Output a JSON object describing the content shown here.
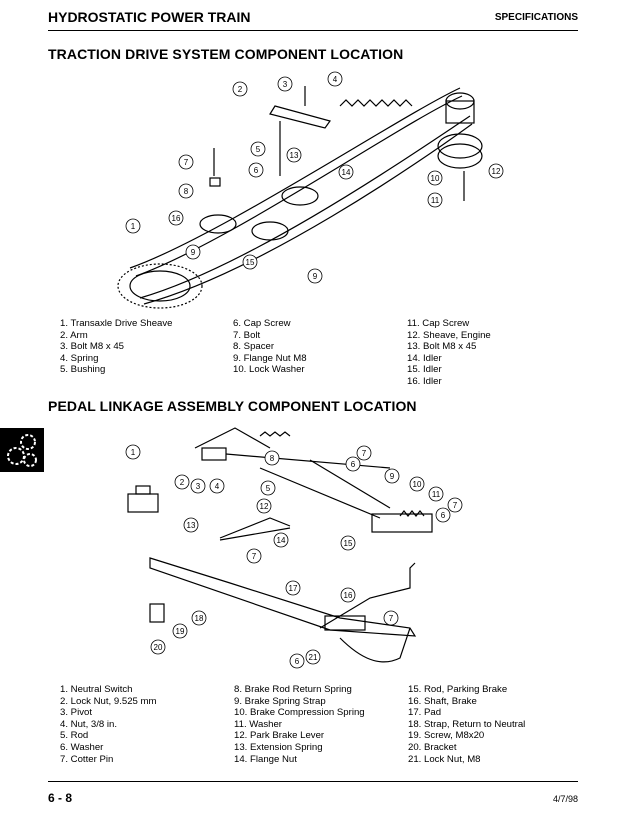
{
  "header": {
    "title": "HYDROSTATIC POWER TRAIN",
    "section": "SPECIFICATIONS"
  },
  "section1": {
    "title": "TRACTION DRIVE SYSTEM COMPONENT LOCATION",
    "callouts": [
      "1",
      "2",
      "3",
      "4",
      "5",
      "6",
      "7",
      "8",
      "9",
      "9",
      "10",
      "11",
      "12",
      "13",
      "14",
      "15",
      "16"
    ],
    "legend": [
      [
        "1. Transaxle Drive Sheave",
        "2. Arm",
        "3. Bolt M8 x 45",
        "4. Spring",
        "5. Bushing"
      ],
      [
        "6. Cap Screw",
        "7. Bolt",
        "8. Spacer",
        "9. Flange Nut M8",
        "10. Lock Washer"
      ],
      [
        "11. Cap Screw",
        "12. Sheave, Engine",
        "13. Bolt M8 x 45",
        "14. Idler",
        "15. Idler",
        "16. Idler"
      ]
    ]
  },
  "section2": {
    "title": "PEDAL LINKAGE ASSEMBLY COMPONENT LOCATION",
    "callouts": [
      "1",
      "2",
      "3",
      "4",
      "5",
      "6",
      "7",
      "8",
      "9",
      "10",
      "11",
      "6",
      "7",
      "12",
      "13",
      "14",
      "15",
      "7",
      "16",
      "17",
      "18",
      "19",
      "20",
      "21",
      "6",
      "7"
    ],
    "legend": [
      [
        "1. Neutral Switch",
        "2. Lock Nut, 9.525 mm",
        "3. Pivot",
        "4. Nut, 3/8 in.",
        "5. Rod",
        "6. Washer",
        "7. Cotter Pin"
      ],
      [
        "8. Brake Rod Return Spring",
        "9. Brake Spring Strap",
        "10. Brake Compression Spring",
        "11. Washer",
        "12. Park Brake Lever",
        "13. Extension Spring",
        "14. Flange Nut"
      ],
      [
        "15. Rod, Parking Brake",
        "16. Shaft, Brake",
        "17. Pad",
        "18. Strap, Return to Neutral",
        "19. Screw, M8x20",
        "20. Bracket",
        "21. Lock Nut, M8"
      ]
    ]
  },
  "footer": {
    "page": "6 - 8",
    "date": "4/7/98"
  },
  "side_tab": {
    "icon": "gears-icon"
  }
}
